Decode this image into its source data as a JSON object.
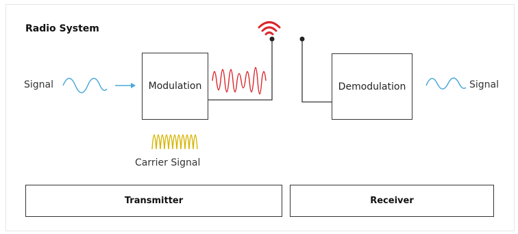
{
  "title": "Radio System",
  "input_signal_label": "Signal",
  "output_signal_label": "Signal",
  "modulation_label": "Modulation",
  "demodulation_label": "Demodulation",
  "carrier_label": "Carrier Signal",
  "transmitter_label": "Transmitter",
  "receiver_label": "Receiver",
  "colors": {
    "signal": "#4aa8d8",
    "modulated": "#d9262c",
    "carrier": "#d6b400",
    "line": "#333333",
    "antenna_icon": "#d9262c"
  },
  "icons": [
    "wifi-icon",
    "arrow-right-icon"
  ]
}
